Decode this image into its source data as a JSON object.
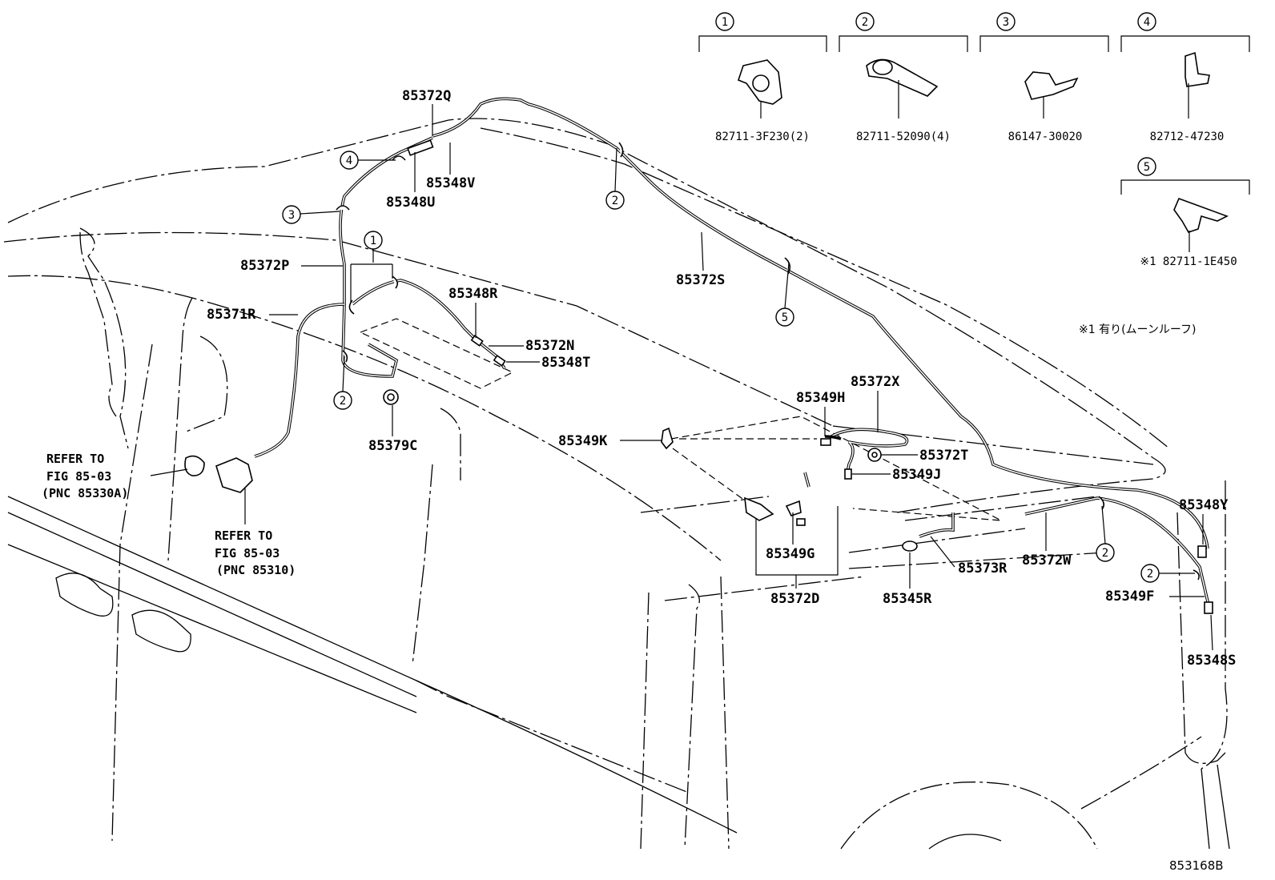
{
  "diagram_code": "853168B",
  "footnote": "※1 有り(ムーンルーフ)",
  "clip_callouts": [
    {
      "num": "1",
      "part_no": "82711-3F230(2)"
    },
    {
      "num": "2",
      "part_no": "82711-52090(4)"
    },
    {
      "num": "3",
      "part_no": "86147-30020"
    },
    {
      "num": "4",
      "part_no": "82712-47230"
    },
    {
      "num": "5",
      "part_no": "※1 82711-1E450"
    }
  ],
  "parts": {
    "p85372Q": "85372Q",
    "p85348V": "85348V",
    "p85348U": "85348U",
    "p85372P": "85372P",
    "p85371R": "85371R",
    "p85348R": "85348R",
    "p85372N": "85372N",
    "p85348T": "85348T",
    "p85379C": "85379C",
    "p85372S": "85372S",
    "p85372X": "85372X",
    "p85349H": "85349H",
    "p85349K": "85349K",
    "p85372T": "85372T",
    "p85349J": "85349J",
    "p85349G": "85349G",
    "p85372D": "85372D",
    "p85373R": "85373R",
    "p85345R": "85345R",
    "p85372W": "85372W",
    "p85348Y": "85348Y",
    "p85349F": "85349F",
    "p85348S": "85348S"
  },
  "references": [
    {
      "line1": "REFER TO",
      "line2": "FIG 85-03",
      "line3": "(PNC 85330A)"
    },
    {
      "line1": "REFER TO",
      "line2": "FIG 85-03",
      "line3": "(PNC 85310)"
    }
  ]
}
